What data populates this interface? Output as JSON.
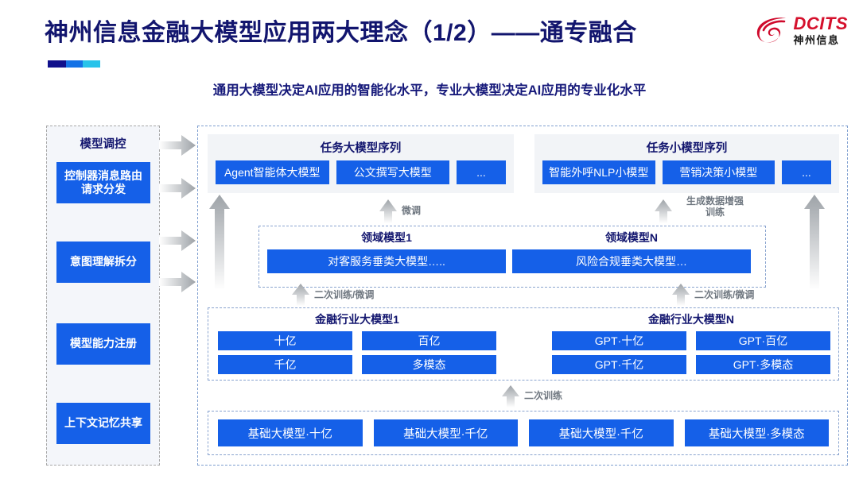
{
  "header": {
    "title": "神州信息金融大模型应用两大理念（1/2）——通专融合",
    "subtitle": "通用大模型决定AI应用的智能化水平，专业大模型决定AI应用的专业化水平",
    "logo_en": "DCITS",
    "logo_cn": "神州信息"
  },
  "colors": {
    "brand_blue": "#1560e8",
    "title_navy": "#12156e",
    "logo_red": "#d5102c",
    "accent_1": "#10108c",
    "accent_2": "#1472e6",
    "accent_3": "#28c3ea",
    "arrow_gray": "#b5b9bd",
    "panel_bg": "#f2f4f7"
  },
  "sidebar": {
    "title": "模型调控",
    "items": [
      {
        "label": "控制器消息路由请求分发"
      },
      {
        "label": "意图理解拆分"
      },
      {
        "label": "模型能力注册"
      },
      {
        "label": "上下文记忆共享"
      }
    ]
  },
  "task_sequences": [
    {
      "title": "任务大模型序列",
      "chips": [
        "Agent智能体大模型",
        "公文撰写大模型",
        "..."
      ]
    },
    {
      "title": "任务小模型序列",
      "chips": [
        "智能外呼NLP小模型",
        "营销决策小模型",
        "..."
      ]
    }
  ],
  "domain_models": [
    {
      "title": "领域模型1",
      "box": "对客服务垂类大模型….."
    },
    {
      "title": "领域模型N",
      "box": "风险合规垂类大模型…"
    }
  ],
  "industry_models": [
    {
      "title": "金融行业大模型1",
      "cells": [
        "十亿",
        "百亿",
        "千亿",
        "多模态"
      ]
    },
    {
      "title": "金融行业大模型N",
      "cells": [
        "GPT·十亿",
        "GPT·百亿",
        "GPT·千亿",
        "GPT·多模态"
      ]
    }
  ],
  "base_models": [
    "基础大模型·十亿",
    "基础大模型·千亿",
    "基础大模型·千亿",
    "基础大模型·多模态"
  ],
  "arrow_labels": {
    "fine_tune": "微调",
    "data_augment": "生成数据增强\n训练",
    "retrain_tune_left": "二次训练/微调",
    "retrain_tune_right": "二次训练/微调",
    "retrain": "二次训练"
  }
}
